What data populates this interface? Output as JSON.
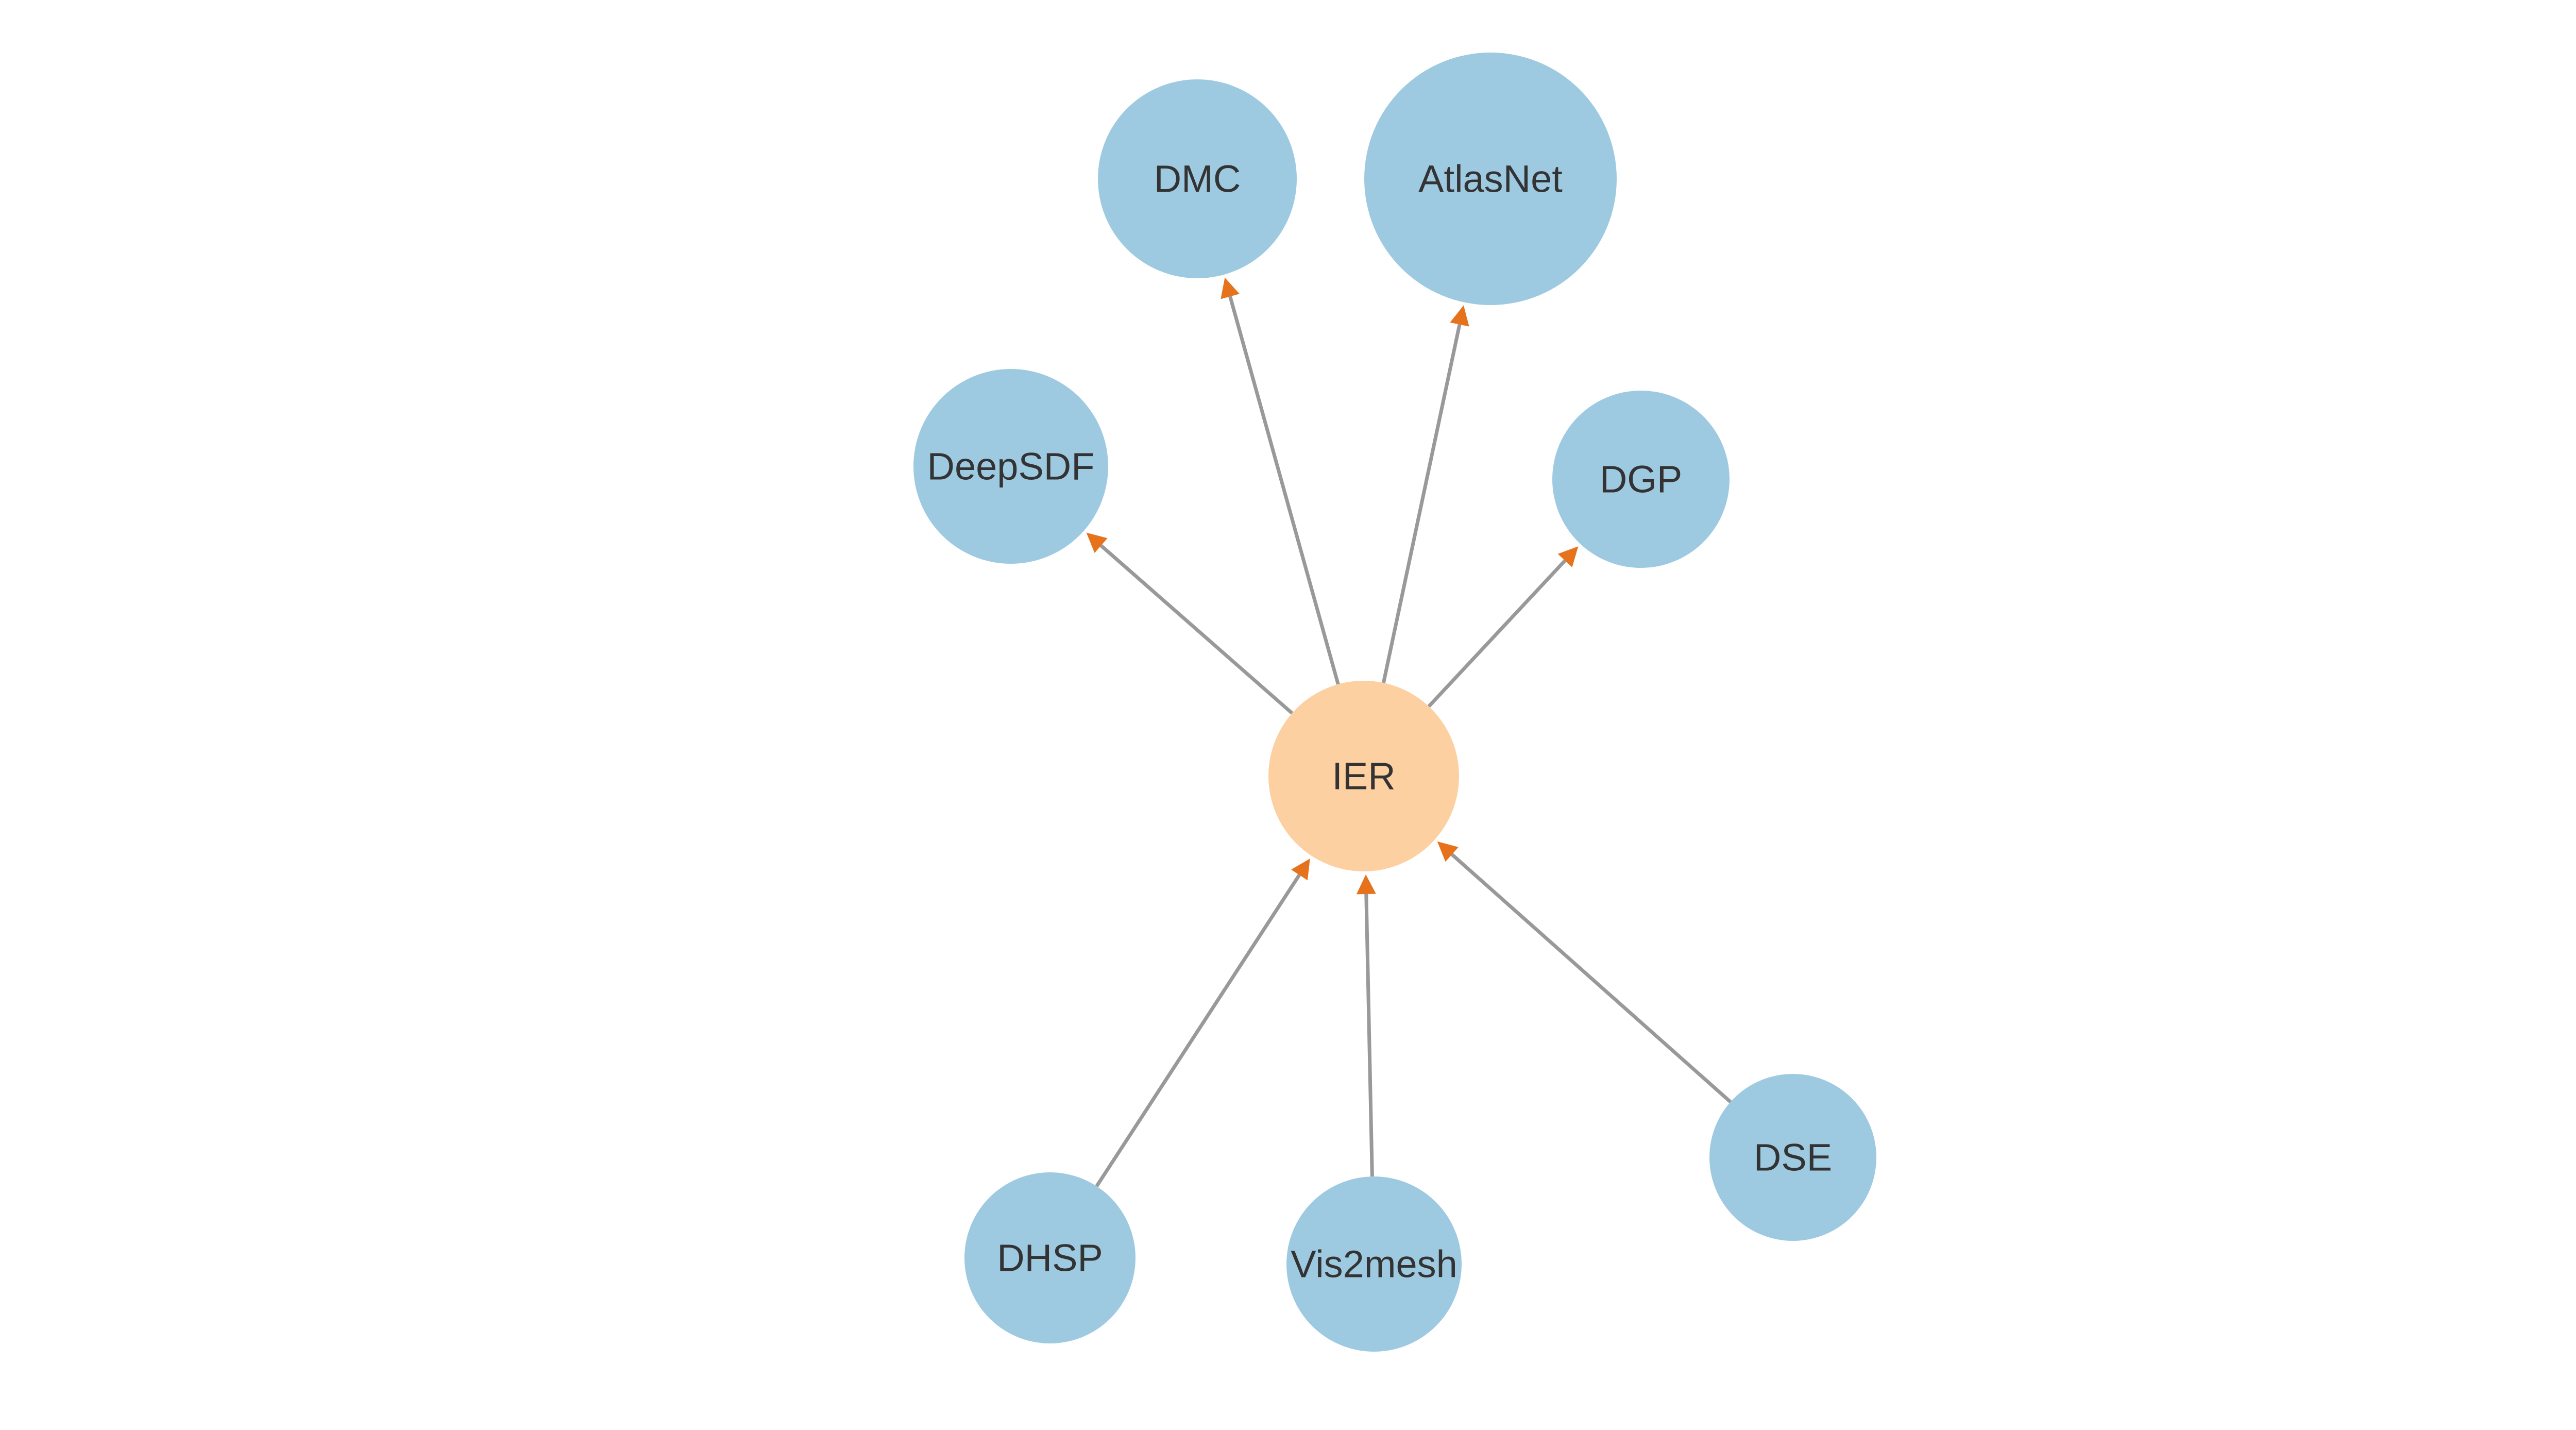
{
  "graph": {
    "center": {
      "id": "ier",
      "label": "IER",
      "color": "#fcd0a1"
    },
    "nodes": [
      {
        "id": "dmc",
        "label": "DMC",
        "color": "#9ecae1"
      },
      {
        "id": "atlasnet",
        "label": "AtlasNet",
        "color": "#9ecae1"
      },
      {
        "id": "deepsdf",
        "label": "DeepSDF",
        "color": "#9ecae1"
      },
      {
        "id": "dgp",
        "label": "DGP",
        "color": "#9ecae1"
      },
      {
        "id": "dhsp",
        "label": "DHSP",
        "color": "#9ecae1"
      },
      {
        "id": "vis2mesh",
        "label": "Vis2mesh",
        "color": "#9ecae1"
      },
      {
        "id": "dse",
        "label": "DSE",
        "color": "#9ecae1"
      }
    ],
    "edges": [
      {
        "from": "ier",
        "to": "dmc"
      },
      {
        "from": "ier",
        "to": "atlasnet"
      },
      {
        "from": "ier",
        "to": "deepsdf"
      },
      {
        "from": "ier",
        "to": "dgp"
      },
      {
        "from": "dhsp",
        "to": "ier"
      },
      {
        "from": "vis2mesh",
        "to": "ier"
      },
      {
        "from": "dse",
        "to": "ier"
      }
    ],
    "edge_color": "#999999",
    "arrow_color": "#e6731c"
  }
}
